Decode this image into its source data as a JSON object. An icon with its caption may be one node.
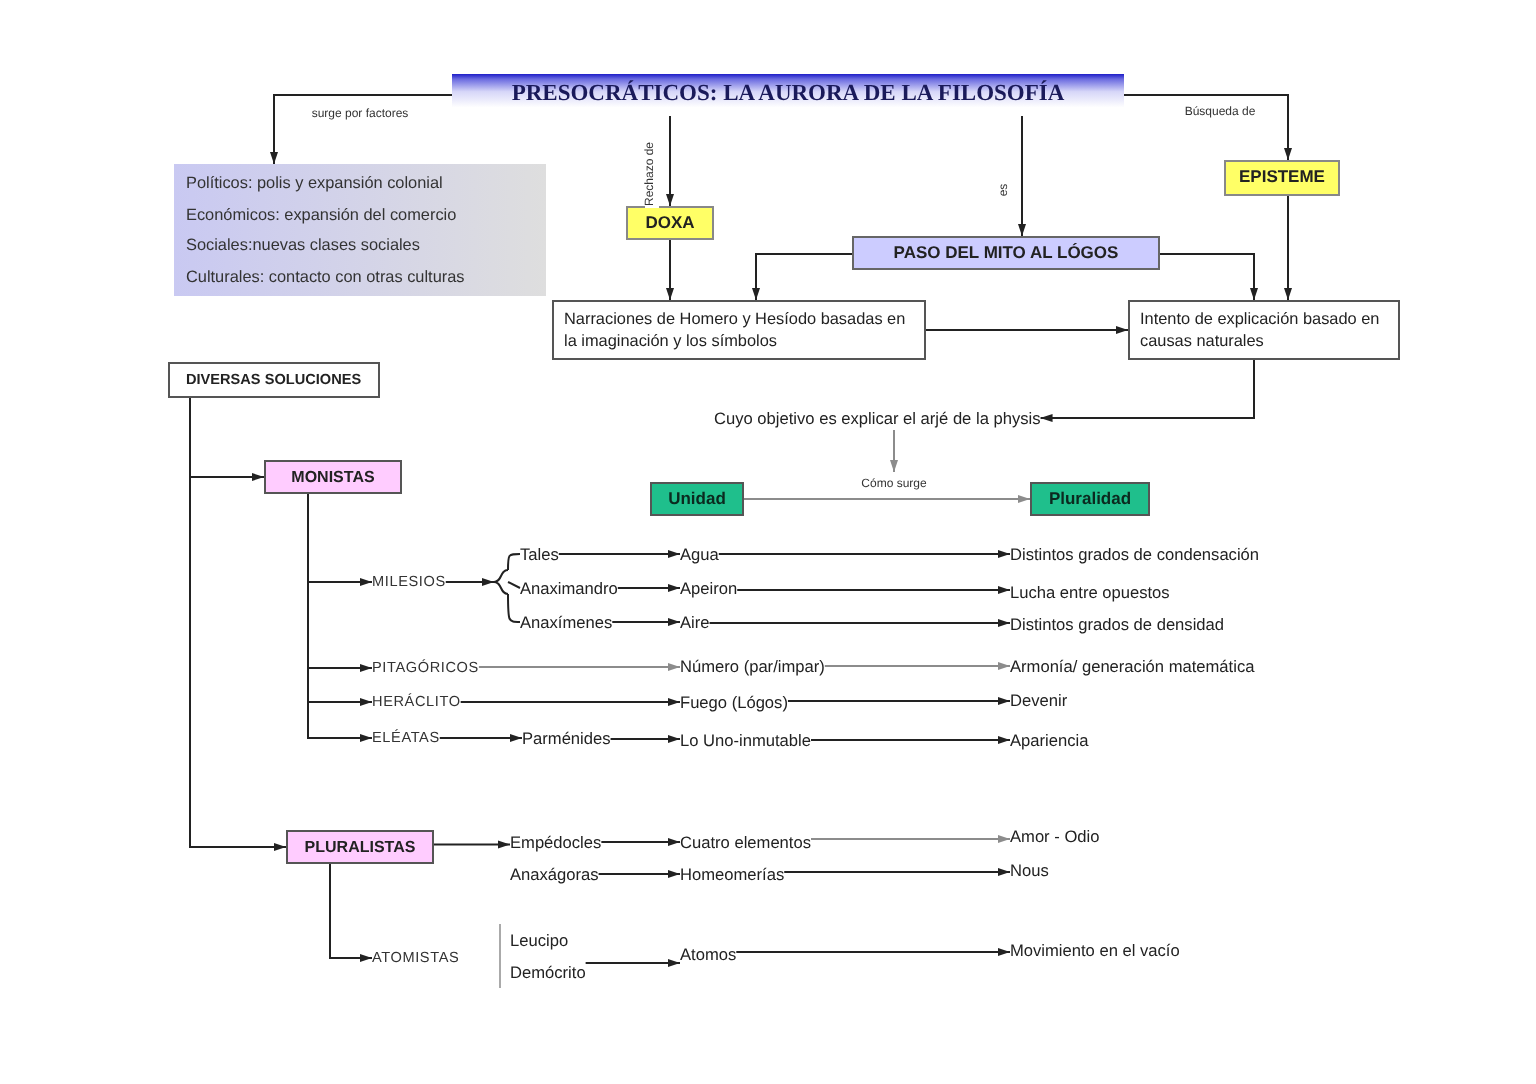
{
  "diagram": {
    "nodes": [
      {
        "text": [
          "PRESOCRÁTICOS: LA AURORA DE LA FILOSOFÍA"
        ]
      },
      {
        "text": [
          "Políticos: polis y expansión colonial",
          "Económicos: expansión del comercio",
          "Sociales:nuevas clases sociales",
          "Culturales: contacto con otras culturas"
        ]
      },
      {
        "text": [
          "DOXA"
        ]
      },
      {
        "text": [
          "EPISTEME"
        ]
      },
      {
        "text": [
          "PASO DEL MITO AL LÓGOS"
        ]
      },
      {
        "text": [
          "Narraciones de Homero y Hesíodo basadas en la imaginación y los símbolos"
        ]
      },
      {
        "text": [
          "Intento de explicación basado en causas naturales"
        ]
      },
      {
        "text": [
          "Cuyo objetivo es explicar el arjé de la physis"
        ]
      },
      {
        "text": [
          "DIVERSAS SOLUCIONES"
        ]
      },
      {
        "text": [
          "MONISTAS"
        ]
      },
      {
        "text": [
          "Unidad"
        ]
      },
      {
        "text": [
          "Pluralidad"
        ]
      },
      {
        "text": [
          "MILESIOS"
        ]
      },
      {
        "text": [
          "Tales"
        ]
      },
      {
        "text": [
          "Anaximandro"
        ]
      },
      {
        "text": [
          "Anaxímenes"
        ]
      },
      {
        "text": [
          "Agua"
        ]
      },
      {
        "text": [
          "Apeiron"
        ]
      },
      {
        "text": [
          "Aire"
        ]
      },
      {
        "text": [
          "Distintos grados de condensación"
        ]
      },
      {
        "text": [
          "Lucha entre opuestos"
        ]
      },
      {
        "text": [
          "Distintos grados de densidad"
        ]
      },
      {
        "text": [
          "PITAGÓRICOS"
        ]
      },
      {
        "text": [
          "Número (par/impar)"
        ]
      },
      {
        "text": [
          "Armonía/ generación matemática"
        ]
      },
      {
        "text": [
          "HERÁCLITO"
        ]
      },
      {
        "text": [
          "Fuego (Lógos)"
        ]
      },
      {
        "text": [
          "Devenir"
        ]
      },
      {
        "text": [
          "ELÉATAS"
        ]
      },
      {
        "text": [
          "Parménides"
        ]
      },
      {
        "text": [
          "Lo Uno-inmutable"
        ]
      },
      {
        "text": [
          "Apariencia"
        ]
      },
      {
        "text": [
          "PLURALISTAS"
        ]
      },
      {
        "text": [
          "Empédocles"
        ]
      },
      {
        "text": [
          "Cuatro elementos"
        ]
      },
      {
        "text": [
          "Amor - Odio"
        ]
      },
      {
        "text": [
          "Anaxágoras"
        ]
      },
      {
        "text": [
          "Homeomerías"
        ]
      },
      {
        "text": [
          "Nous"
        ]
      },
      {
        "text": [
          "ATOMISTAS"
        ]
      },
      {
        "text": [
          "Leucipo"
        ]
      },
      {
        "text": [
          "Demócrito"
        ]
      },
      {
        "text": [
          "Atomos"
        ]
      },
      {
        "text": [
          "Movimiento en el vacío"
        ]
      },
      {
        "text": [],
        "shape": "brace"
      }
    ],
    "edges": [
      {
        "from": 0,
        "to": 1,
        "arrow": "to",
        "label": "surge por factores"
      },
      {
        "from": 0,
        "to": 2,
        "arrow": "to",
        "label": "Rechazo de"
      },
      {
        "from": 0,
        "to": 4,
        "arrow": "to",
        "label": "es"
      },
      {
        "from": 0,
        "to": 3,
        "arrow": "to",
        "label": "Búsqueda de"
      },
      {
        "from": 2,
        "to": 5,
        "arrow": "to"
      },
      {
        "from": 4,
        "to": 5,
        "arrow": "to"
      },
      {
        "from": 4,
        "to": 6,
        "arrow": "to"
      },
      {
        "from": 3,
        "to": 6,
        "arrow": "to"
      },
      {
        "from": 5,
        "to": 6,
        "arrow": "to"
      },
      {
        "from": 6,
        "to": 7,
        "arrow": "to"
      },
      {
        "from": 7,
        "to": null,
        "arrow": "to",
        "color": "#8c8c8c"
      },
      {
        "from": 10,
        "to": 11,
        "arrow": "to",
        "label": "Cómo surge",
        "color": "#8c8c8c"
      },
      {
        "from": 8,
        "to": 9,
        "arrow": "to"
      },
      {
        "from": 8,
        "to": 32,
        "arrow": "to"
      },
      {
        "from": 9,
        "to": 12,
        "arrow": "to"
      },
      {
        "from": 9,
        "to": 22,
        "arrow": "to"
      },
      {
        "from": 9,
        "to": 25,
        "arrow": "to"
      },
      {
        "from": 9,
        "to": 28,
        "arrow": "to"
      },
      {
        "from": 12,
        "to": 44,
        "arrow": "to"
      },
      {
        "from": 44,
        "to": 13,
        "arrow": "none"
      },
      {
        "from": 44,
        "to": 14,
        "arrow": "none"
      },
      {
        "from": 44,
        "to": 15,
        "arrow": "none"
      },
      {
        "from": 13,
        "to": 16,
        "arrow": "to"
      },
      {
        "from": 14,
        "to": 17,
        "arrow": "to"
      },
      {
        "from": 15,
        "to": 18,
        "arrow": "to"
      },
      {
        "from": 16,
        "to": 19,
        "arrow": "to"
      },
      {
        "from": 17,
        "to": 20,
        "arrow": "to"
      },
      {
        "from": 18,
        "to": 21,
        "arrow": "to"
      },
      {
        "from": 22,
        "to": 23,
        "arrow": "to",
        "color": "#8c8c8c"
      },
      {
        "from": 23,
        "to": 24,
        "arrow": "to",
        "color": "#8c8c8c"
      },
      {
        "from": 25,
        "to": 26,
        "arrow": "to"
      },
      {
        "from": 26,
        "to": 27,
        "arrow": "to"
      },
      {
        "from": 28,
        "to": 29,
        "arrow": "to"
      },
      {
        "from": 29,
        "to": 30,
        "arrow": "to"
      },
      {
        "from": 30,
        "to": 31,
        "arrow": "to"
      },
      {
        "from": 32,
        "to": 33,
        "arrow": "to"
      },
      {
        "from": 33,
        "to": 34,
        "arrow": "to"
      },
      {
        "from": 34,
        "to": 35,
        "arrow": "to",
        "color": "#8c8c8c"
      },
      {
        "from": 36,
        "to": 37,
        "arrow": "to"
      },
      {
        "from": 37,
        "to": 38,
        "arrow": "to"
      },
      {
        "from": 32,
        "to": 39,
        "arrow": "to"
      },
      {
        "from": 41,
        "to": 42,
        "arrow": "to"
      },
      {
        "from": 42,
        "to": 43,
        "arrow": "to"
      }
    ]
  }
}
